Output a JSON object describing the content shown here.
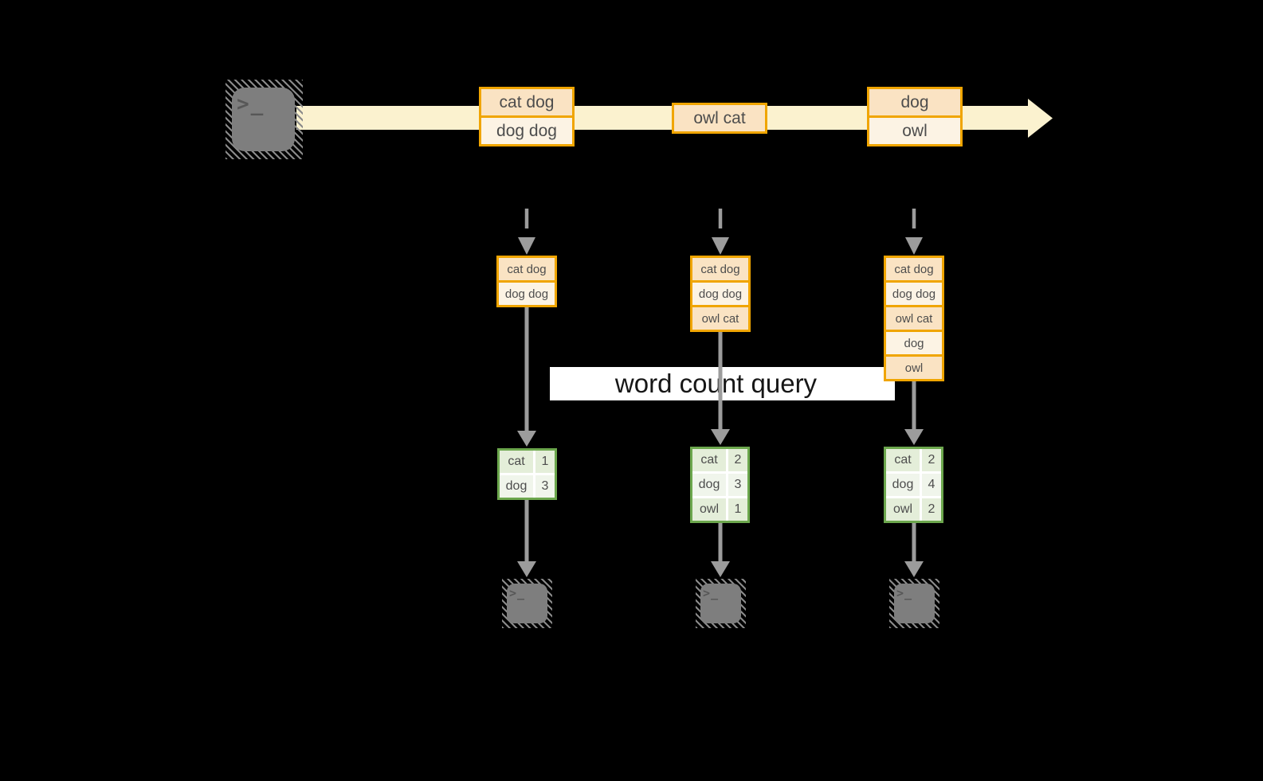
{
  "title": "streaming word count diagram",
  "query_label": "word count query",
  "colors": {
    "background": "#000000",
    "stream_fill": "#FBF2CF",
    "orange_border": "#F0A500",
    "orange_cell_dark": "#FAE3C3",
    "orange_cell_light": "#FCF3E4",
    "green_border": "#6CA74D",
    "green_cell_dark": "#E4EED9",
    "green_cell_light": "#F0F5EB",
    "arrow_gray": "#9C9C9C",
    "terminal_gray": "#7E7E7E",
    "query_band": "#FFFFFF"
  },
  "source": {
    "icon": "terminal-prompt-icon",
    "glyph": ">_"
  },
  "stream_events": [
    {
      "lines": [
        "cat dog",
        "dog dog"
      ]
    },
    {
      "lines": [
        "owl cat"
      ]
    },
    {
      "lines": [
        "dog",
        "owl"
      ]
    }
  ],
  "columns": [
    {
      "state_cells": [
        "cat dog",
        "dog dog"
      ],
      "counts": [
        {
          "word": "cat",
          "count": "1"
        },
        {
          "word": "dog",
          "count": "3"
        }
      ],
      "sink_glyph": ">_"
    },
    {
      "state_cells": [
        "cat dog",
        "dog dog",
        "owl cat"
      ],
      "counts": [
        {
          "word": "cat",
          "count": "2"
        },
        {
          "word": "dog",
          "count": "3"
        },
        {
          "word": "owl",
          "count": "1"
        }
      ],
      "sink_glyph": ">_"
    },
    {
      "state_cells": [
        "cat dog",
        "dog dog",
        "owl cat",
        "dog",
        "owl"
      ],
      "counts": [
        {
          "word": "cat",
          "count": "2"
        },
        {
          "word": "dog",
          "count": "4"
        },
        {
          "word": "owl",
          "count": "2"
        }
      ],
      "sink_glyph": ">_"
    }
  ]
}
